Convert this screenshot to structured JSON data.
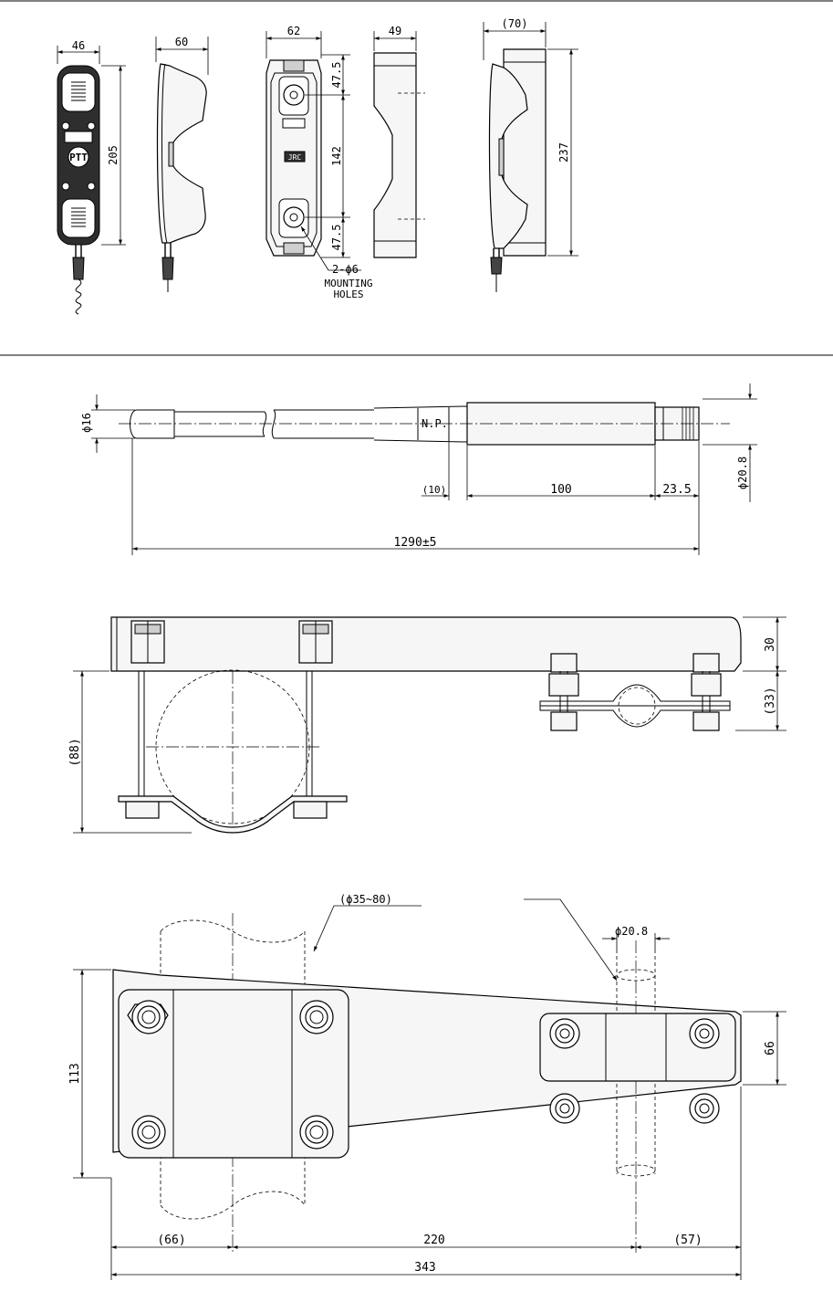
{
  "handset": {
    "dims": {
      "front_width": "46",
      "height": "205",
      "side_depth": "60",
      "cradle_width": "62",
      "hole_top": "47.5",
      "hole_spacing": "142",
      "hole_bottom": "47.5",
      "cradle_depth": "49",
      "assembly_depth": "(70)",
      "assembly_height": "237"
    },
    "holes_label": "2-ϕ6",
    "holes_caption_1": "MOUNTING",
    "holes_caption_2": "HOLES",
    "ptt_label": "PTT",
    "brand_label": "JRC"
  },
  "antenna": {
    "diameter_tip": "ϕ16",
    "np_label": "N.P.",
    "seg_10": "(10)",
    "seg_100": "100",
    "seg_235": "23.5",
    "diameter_base": "ϕ20.8",
    "total_length": "1290±5"
  },
  "bracket_side": {
    "plate_height": "30",
    "clamp_drop": "(33)",
    "pole_clamp_height": "(88)"
  },
  "bracket_top": {
    "pole_range": "(ϕ35~80)",
    "mast_diameter": "ϕ20.8",
    "plate_width": "113",
    "small_plate_width": "66",
    "seg_left": "(66)",
    "seg_mid": "220",
    "seg_right": "(57)",
    "total": "343"
  }
}
